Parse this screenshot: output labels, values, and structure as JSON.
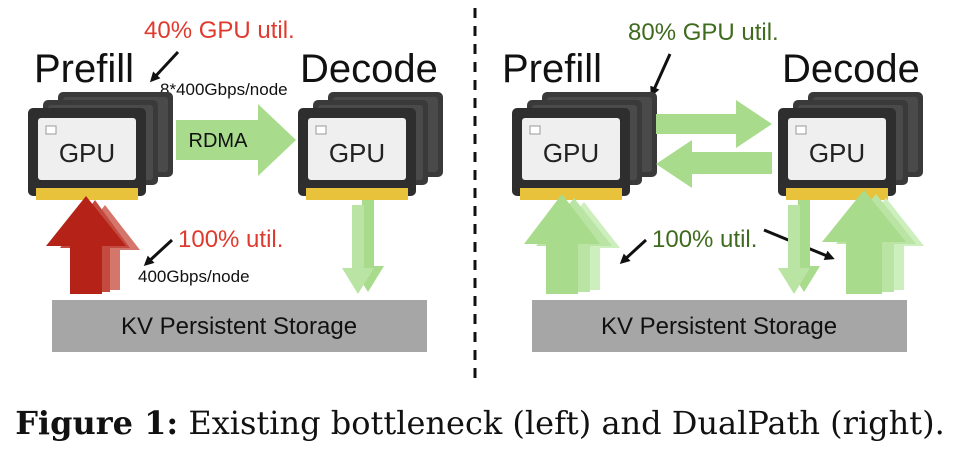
{
  "left": {
    "prefill_label": "Prefill",
    "decode_label": "Decode",
    "gpu_label": "GPU",
    "gpu_util": "40% GPU util.",
    "network_bw": "8*400Gbps/node",
    "transfer_label": "RDMA",
    "storage_util": "100% util.",
    "storage_bw": "400Gbps/node",
    "storage_label": "KV Persistent Storage"
  },
  "right": {
    "prefill_label": "Prefill",
    "decode_label": "Decode",
    "gpu_label": "GPU",
    "gpu_util": "80% GPU util.",
    "storage_util": "100% util.",
    "storage_label": "KV Persistent Storage"
  },
  "colors": {
    "red_text": "#e03a2e",
    "green_text": "#3f6b1e",
    "red_arrow": "#b52318",
    "green_arrow": "#a8db8c",
    "storage_gray": "#a6a6a6",
    "gpu_body": "#3a3a3a",
    "gpu_face": "#efefef",
    "gpu_contacts": "#e8c23a"
  },
  "caption": {
    "label": "Figure 1:",
    "text": " Existing bottleneck (left) and DualPath (right)."
  }
}
